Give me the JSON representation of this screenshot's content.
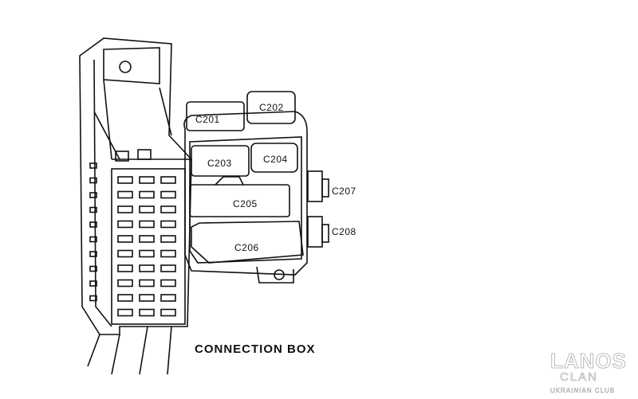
{
  "diagram": {
    "caption": "CONNECTION BOX",
    "connectors": {
      "c201": "C201",
      "c202": "C202",
      "c203": "C203",
      "c204": "C204",
      "c205": "C205",
      "c206": "C206",
      "c207": "C207",
      "c208": "C208"
    }
  },
  "watermark": {
    "title": "LANOS",
    "subtitle": "CLAN",
    "tagline": "UKRAINIAN CLUB"
  }
}
